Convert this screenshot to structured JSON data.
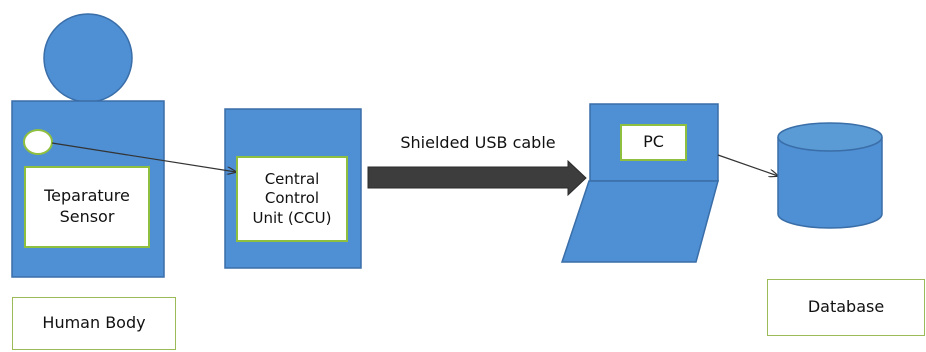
{
  "colors": {
    "shape_fill": "#4f8fd3",
    "shape_stroke": "#3a6ea8",
    "label_border": "#8fbf3f",
    "caption_border": "#9bbb59",
    "arrow_dark": "#3d3d3d",
    "connector": "#333333"
  },
  "human_body": {
    "sensor_label": "Teparature\nSensor",
    "caption": "Human Body"
  },
  "ccu": {
    "label": "Central\nControl\nUnit (CCU)"
  },
  "cable": {
    "label": "Shielded USB cable"
  },
  "pc": {
    "label": "PC"
  },
  "database": {
    "caption": "Database"
  }
}
